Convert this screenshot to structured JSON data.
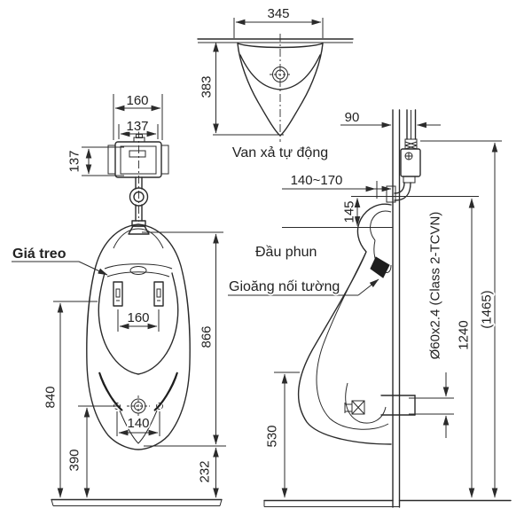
{
  "drawing": {
    "kind": "wall-hung urinal installation diagram",
    "labels": {
      "auto_flush_valve": "Van xả tự động",
      "hanger_bracket": "Giá treo",
      "spray_head": "Đầu phun",
      "wall_gasket": "Gioăng nối tường",
      "drain_pipe_spec": "Ø60x2.4 (Class 2-TCVN)"
    },
    "dimensions": {
      "top_view": {
        "width": "345",
        "depth": "383"
      },
      "valve": {
        "width": "160",
        "inner_width": "137",
        "height": "137"
      },
      "front_view": {
        "body_height": "866",
        "bracket_spacing": "160",
        "rim_height": "840",
        "hole_spacing": "140",
        "drain_height": "390",
        "bottom_to_floor": "232"
      },
      "side_view": {
        "pipe_offset": "90",
        "spud_range": "140~170",
        "spud_to_spray": "145",
        "front_edge_height": "530",
        "inlet_height": "1240",
        "total_height": "(1465)"
      }
    },
    "colors": {
      "line": "#2b2b2b",
      "background": "#ffffff"
    }
  }
}
